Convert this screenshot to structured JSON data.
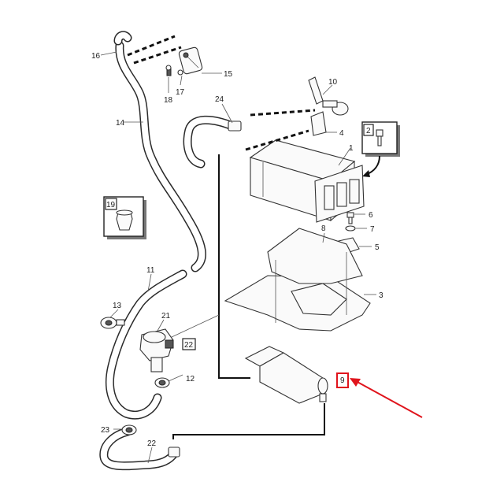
{
  "diagram": {
    "callouts": {
      "p1": "1",
      "p2": "2",
      "p3": "3",
      "p4": "4",
      "p5": "5",
      "p6": "6",
      "p7": "7",
      "p8": "8",
      "p9": "9",
      "p10": "10",
      "p11": "11",
      "p12": "12",
      "p13": "13",
      "p14": "14",
      "p15": "15",
      "p16": "16",
      "p17": "17",
      "p18": "18",
      "p19": "19",
      "p21": "21",
      "p22": "22",
      "p22b": "22",
      "p23": "23",
      "p24": "24"
    },
    "highlight": {
      "callout": "9",
      "color": "#e0141c"
    }
  }
}
